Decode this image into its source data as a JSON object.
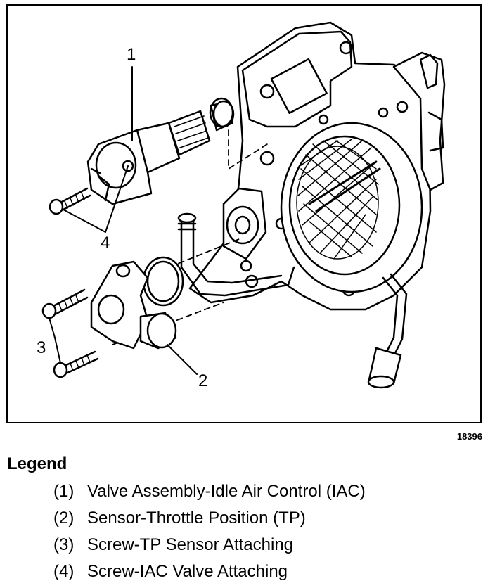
{
  "figure_id": "18396",
  "callouts": [
    "1",
    "2",
    "3",
    "4"
  ],
  "legend": {
    "title": "Legend",
    "items": [
      {
        "num": "(1)",
        "text": "Valve Assembly-Idle Air Control (IAC)"
      },
      {
        "num": "(2)",
        "text": "Sensor-Throttle Position (TP)"
      },
      {
        "num": "(3)",
        "text": "Screw-TP Sensor Attaching"
      },
      {
        "num": "(4)",
        "text": "Screw-IAC Valve Attaching"
      }
    ]
  }
}
